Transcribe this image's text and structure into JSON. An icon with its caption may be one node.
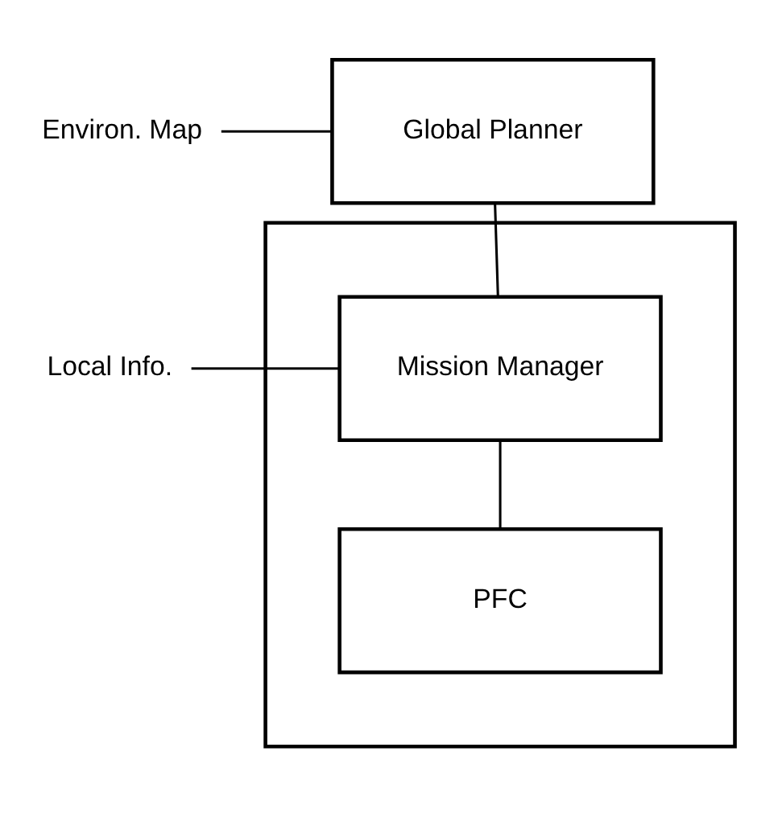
{
  "diagram": {
    "nodes": [
      {
        "text": [
          "Environ. Map"
        ]
      },
      {
        "text": [
          "Global Planner"
        ]
      },
      {
        "text": [],
        "shape": "box"
      },
      {
        "text": [
          "Local Info."
        ]
      },
      {
        "text": [
          "Mission Manager"
        ],
        "in": 2
      },
      {
        "text": [
          "PFC"
        ],
        "in": 2
      }
    ],
    "edges": [
      {
        "from": 0,
        "to": 1,
        "arrow": "none"
      },
      {
        "from": 1,
        "to": 4,
        "arrow": "none"
      },
      {
        "from": 3,
        "to": 4,
        "arrow": "none"
      },
      {
        "from": 4,
        "to": 5,
        "arrow": "none"
      }
    ]
  }
}
